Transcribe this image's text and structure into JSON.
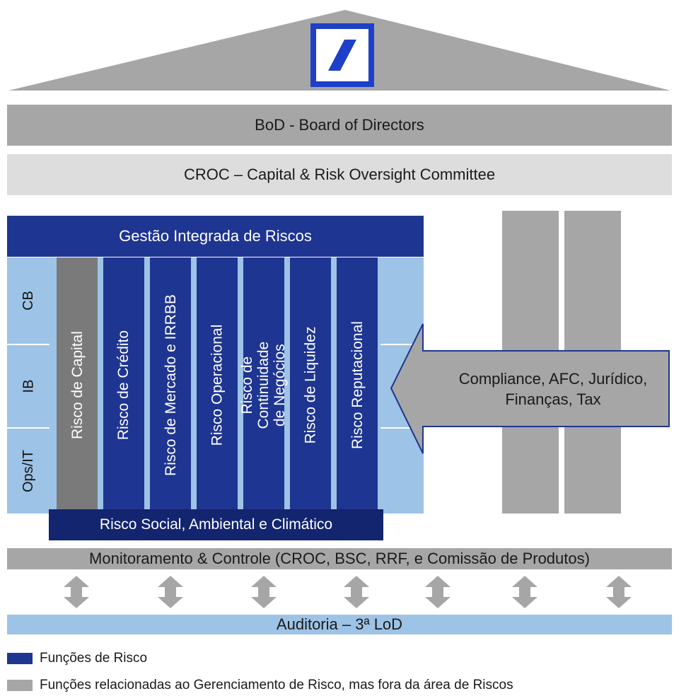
{
  "colors": {
    "navy": "#1e3591",
    "dark_navy": "#13256e",
    "gray": "#a6a6a6",
    "dark_gray": "#7a7a7a",
    "light_gray": "#dddddd",
    "light_blue": "#9dc3e6",
    "logo_blue": "#1e40c8"
  },
  "logo": {
    "icon": "deutsche-bank-logo"
  },
  "bod_label": "BoD - Board of Directors",
  "croc_label": "CROC – Capital & Risk Oversight Committee",
  "gestao_label": "Gestão Integrada de Riscos",
  "units": [
    "CB",
    "IB",
    "Ops/IT"
  ],
  "risk_columns": [
    "Risco de Capital",
    "Risco de Crédito",
    "Risco de Mercado e IRRBB",
    "Risco Operacional",
    "Risco de Continuidade de Negócios",
    "Risco de Liquidez",
    "Risco Reputacional"
  ],
  "social_label": "Risco Social, Ambiental  e Climático",
  "compliance_label": "Compliance,  AFC, Jurídico, Finanças, Tax",
  "monitoring_label": "Monitoramento & Controle (CROC, BSC, RRF, e Comissão de Produtos)",
  "audit_label": "Auditoria – 3ª LoD",
  "legend": [
    {
      "label": "Funções de Risco",
      "color": "#1e3591"
    },
    {
      "label": "Funções relacionadas ao Gerenciamento de Risco, mas fora da área de Riscos",
      "color": "#a6a6a6"
    }
  ]
}
